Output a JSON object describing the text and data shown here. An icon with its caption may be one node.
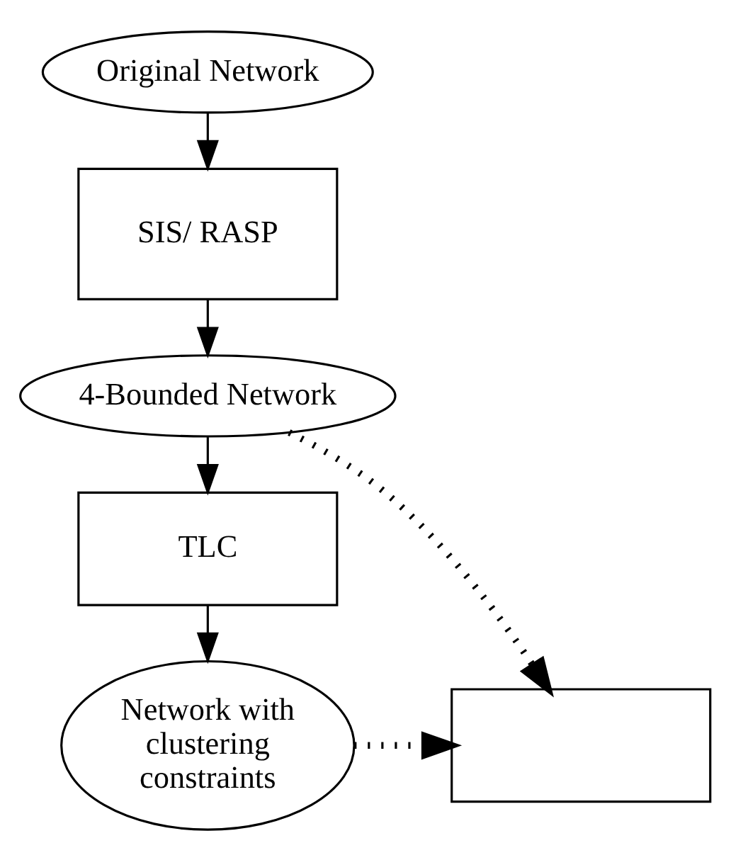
{
  "diagram": {
    "nodes": [
      {
        "text": [
          "Original Network"
        ]
      },
      {
        "text": [
          "SIS/ RASP"
        ]
      },
      {
        "text": [
          "4-Bounded Network"
        ]
      },
      {
        "text": [
          "TLC"
        ]
      },
      {
        "text": [
          "Network with clustering constraints"
        ]
      },
      {
        "text": [],
        "shape": "box"
      }
    ],
    "edges": [
      {
        "from": 0,
        "to": 1,
        "arrow": "to"
      },
      {
        "from": 1,
        "to": 2,
        "arrow": "to"
      },
      {
        "from": 2,
        "to": 3,
        "arrow": "to"
      },
      {
        "from": 3,
        "to": 4,
        "arrow": "to"
      },
      {
        "from": 2,
        "to": 5,
        "arrow": "to",
        "style": "dashed"
      },
      {
        "from": 4,
        "to": 5,
        "arrow": "to",
        "style": "dashed"
      }
    ]
  }
}
